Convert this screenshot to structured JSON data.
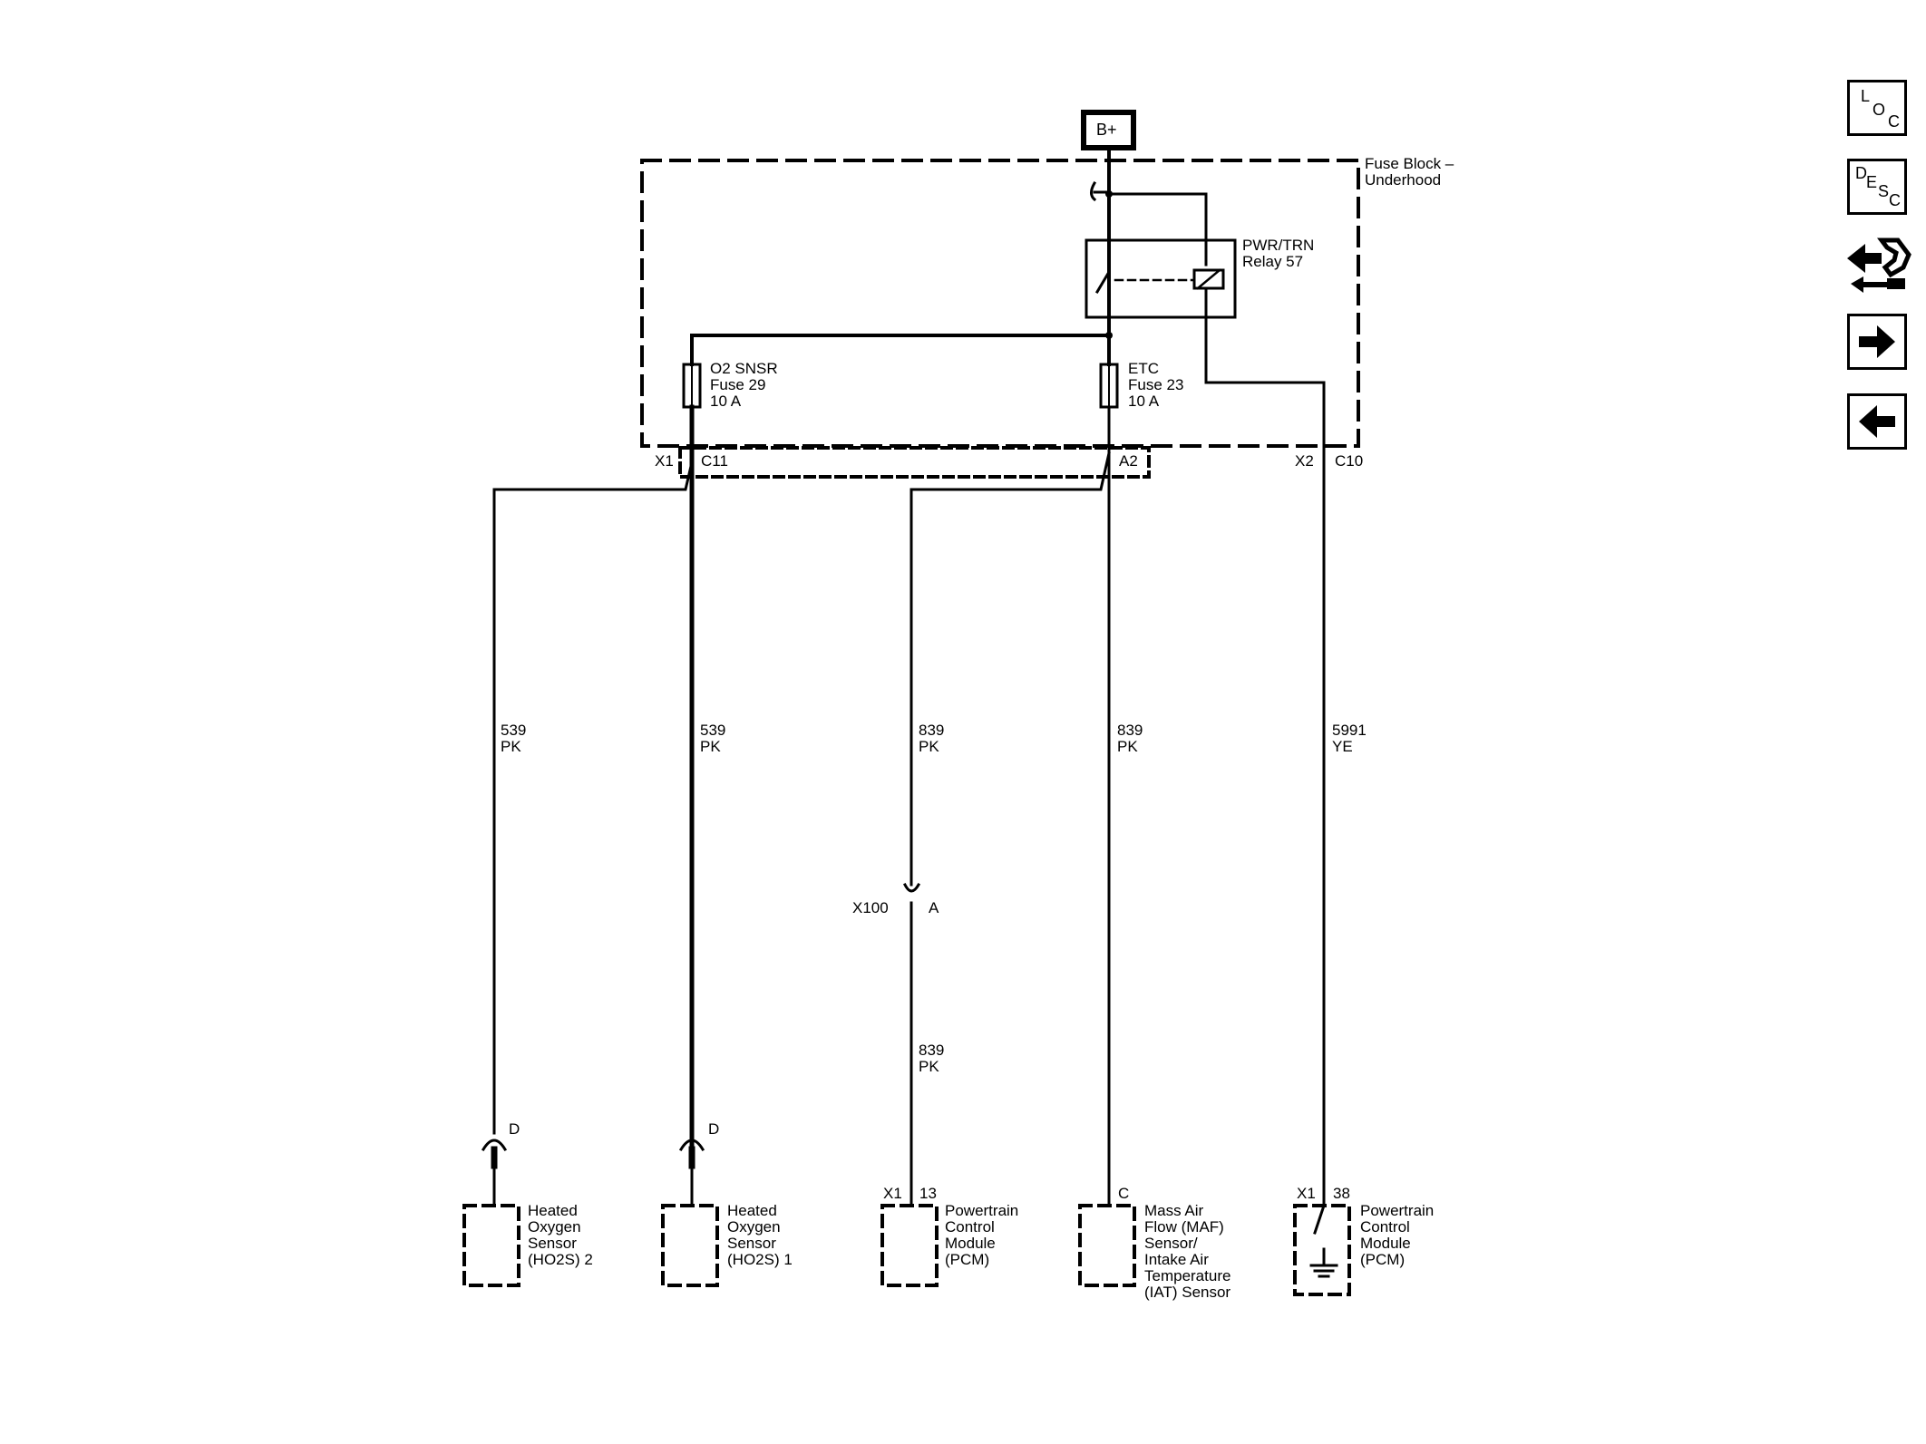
{
  "power": {
    "label": "B+"
  },
  "fuse_block": {
    "label": "Fuse Block –\nUnderhood"
  },
  "relay": {
    "label": "PWR/TRN\nRelay 57"
  },
  "fuses": [
    {
      "label": "O2 SNSR\nFuse 29\n10 A"
    },
    {
      "label": "ETC\nFuse 23\n10 A"
    }
  ],
  "connectors": {
    "x1": "X1",
    "c11": "C11",
    "a2": "A2",
    "x2": "X2",
    "c10": "C10",
    "x100": "X100",
    "x100_pin": "A"
  },
  "wires": [
    {
      "circuit": "539",
      "color": "PK"
    },
    {
      "circuit": "539",
      "color": "PK"
    },
    {
      "circuit": "839",
      "color": "PK"
    },
    {
      "circuit": "839",
      "color": "PK"
    },
    {
      "circuit": "5991",
      "color": "YE"
    },
    {
      "circuit": "839",
      "color": "PK"
    }
  ],
  "components": [
    {
      "pin_connector": "",
      "pin": "D",
      "label": "Heated\nOxygen\nSensor\n(HO2S) 2"
    },
    {
      "pin_connector": "",
      "pin": "D",
      "label": "Heated\nOxygen\nSensor\n(HO2S) 1"
    },
    {
      "pin_connector": "X1",
      "pin": "13",
      "label": "Powertrain\nControl\nModule\n(PCM)"
    },
    {
      "pin_connector": "",
      "pin": "C",
      "label": "Mass Air\nFlow (MAF)\nSensor/\nIntake Air\nTemperature\n(IAT) Sensor"
    },
    {
      "pin_connector": "X1",
      "pin": "38",
      "label": "Powertrain\nControl\nModule\n(PCM)"
    }
  ],
  "nav": {
    "loc": {
      "big": "L",
      "mid": "O",
      "small": "C"
    },
    "desc": {
      "big": "D",
      "mid": "E",
      "mid2": "S",
      "small": "C"
    },
    "icons": [
      "connector-tool-icon",
      "arrow-right-icon",
      "arrow-left-icon"
    ]
  }
}
